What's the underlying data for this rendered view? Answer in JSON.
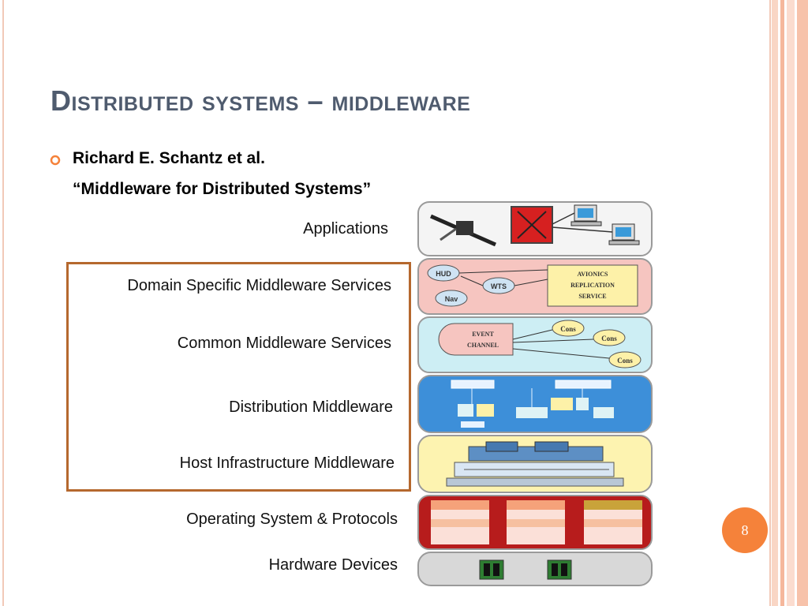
{
  "slide": {
    "title": "Distributed systems – middleware",
    "page_number": "8"
  },
  "bullet": {
    "line1": "Richard E. Schantz et al.",
    "line2": "“Middleware for Distributed Systems”"
  },
  "layers": [
    {
      "label": "Applications"
    },
    {
      "label": "Domain Specific Middleware Services"
    },
    {
      "label": "Common Middleware Services"
    },
    {
      "label": "Distribution Middleware"
    },
    {
      "label": "Host Infrastructure Middleware"
    },
    {
      "label": "Operating System & Protocols"
    },
    {
      "label": "Hardware Devices"
    }
  ],
  "diagram": {
    "domain_labels": [
      "HUD",
      "WTS",
      "Nav",
      "AVIONICS",
      "REPLICATION",
      "SERVICE"
    ],
    "common_labels": [
      "EVENT",
      "CHANNEL",
      "Cons",
      "Cons",
      "Cons"
    ]
  },
  "colors": {
    "title": "#4f5b6e",
    "accent": "#f5823a",
    "frame": "#b5682e",
    "stripe": "#f7c5ad"
  }
}
